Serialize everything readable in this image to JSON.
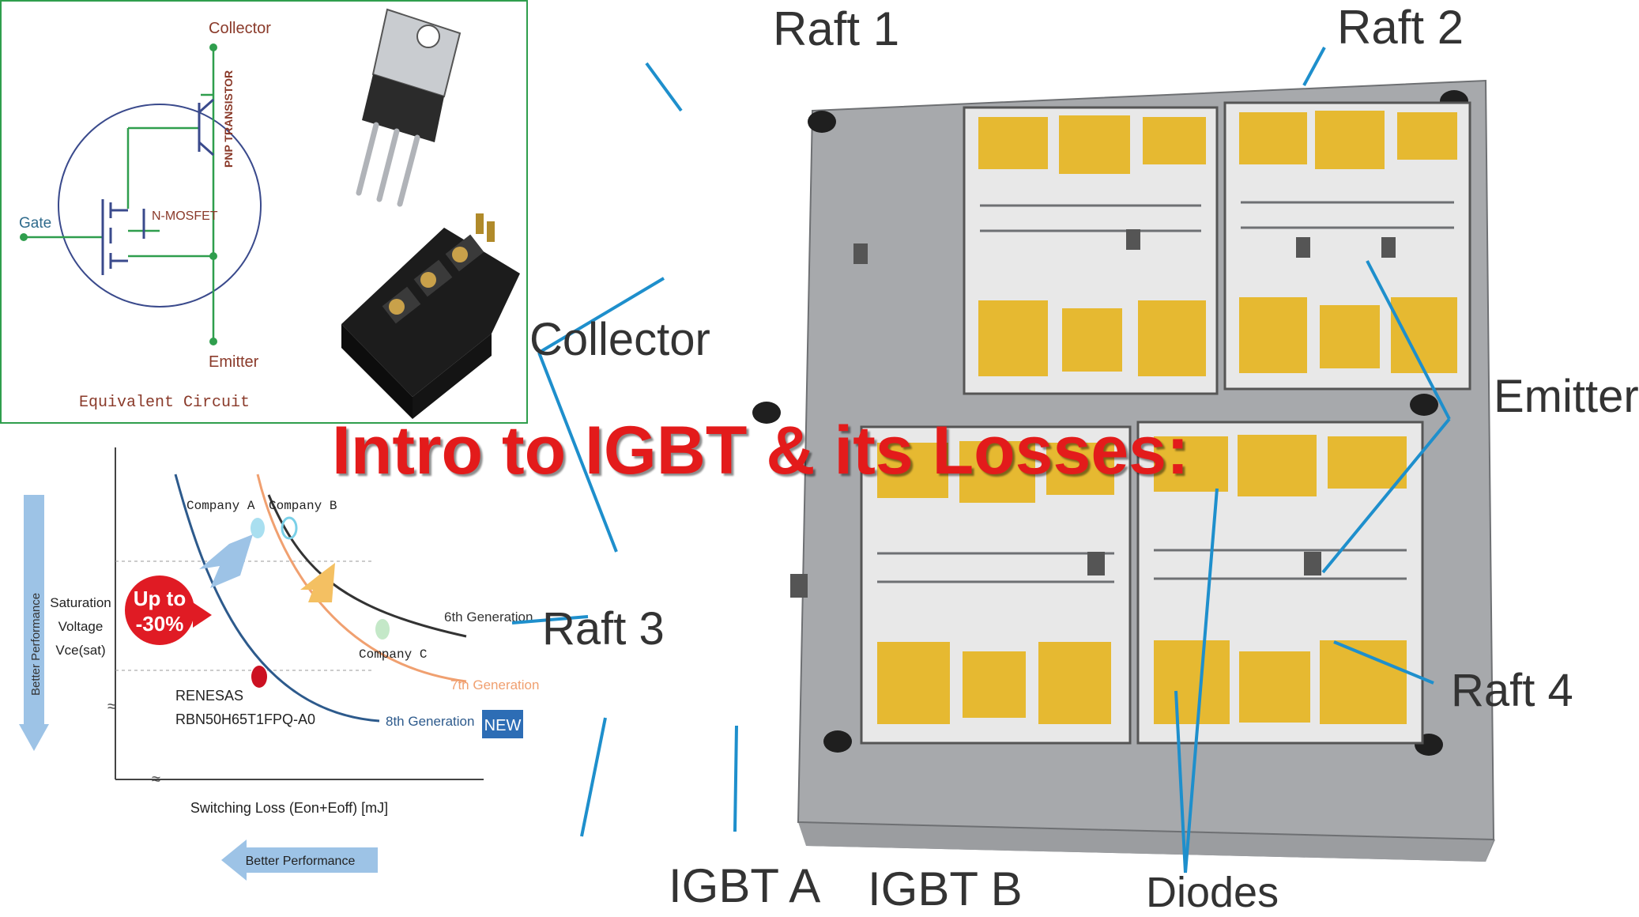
{
  "title": "Intro to IGBT & its Losses:",
  "colors": {
    "title": "#e31b1b",
    "wire": "#2f9e4d",
    "leader": "#1e8fcc",
    "pad": "#e6b931",
    "plate": "#a7a9ac"
  },
  "circuit": {
    "collector": "Collector",
    "emitter": "Emitter",
    "gate": "Gate",
    "pnp": "PNP TRANSISTOR",
    "nmos": "N-MOSFET",
    "caption": "Equivalent Circuit"
  },
  "chart": {
    "company_a": "Company A",
    "company_b": "Company B",
    "company_c": "Company C",
    "gen6": "6th Generation",
    "gen7": "7th Generation",
    "gen8": "8th Generation",
    "new": "NEW",
    "badge_line1": "Up to",
    "badge_line2": "-30%",
    "renesas": "RENESAS",
    "part": "RBN50H65T1FPQ-A0",
    "ylabel_1": "Saturation",
    "ylabel_2": "Voltage",
    "ylabel_3": "Vce(sat)",
    "xlabel": "Switching Loss (Eon+Eoff) [mJ]",
    "better_vertical": "Better Performance",
    "better_horizontal": "Better Performance"
  },
  "module": {
    "raft1": "Raft 1",
    "raft2": "Raft 2",
    "raft3": "Raft 3",
    "raft4": "Raft 4",
    "collector": "Collector",
    "emitter": "Emitter",
    "igbt_a": "IGBT A",
    "igbt_b": "IGBT B",
    "diodes": "Diodes"
  }
}
